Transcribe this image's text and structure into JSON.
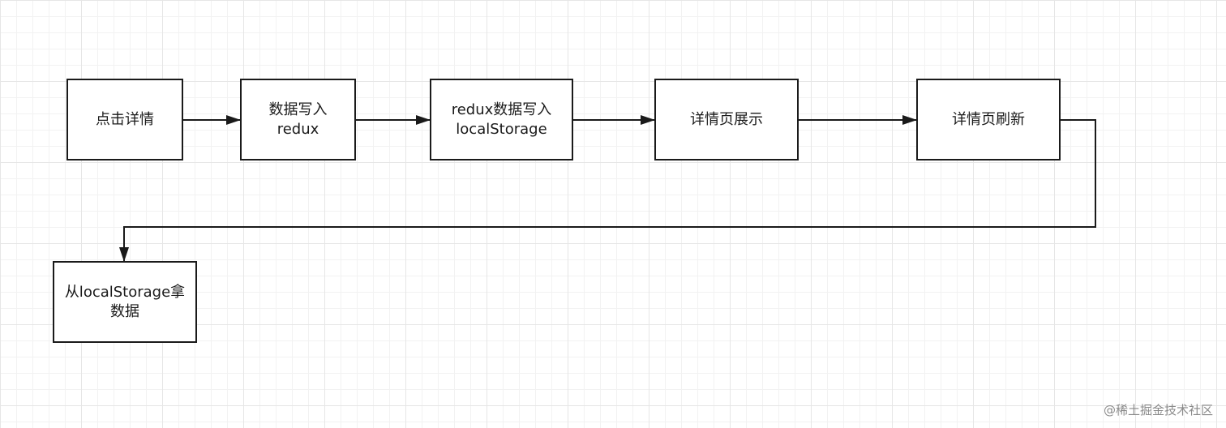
{
  "diagram": {
    "nodes": [
      {
        "id": "click",
        "label": "点击详情"
      },
      {
        "id": "write-redux",
        "label": "数据写入\nredux"
      },
      {
        "id": "redux-to-storage",
        "label": "redux数据写入\nlocalStorage"
      },
      {
        "id": "detail-show",
        "label": "详情页展示"
      },
      {
        "id": "detail-refresh",
        "label": "详情页刷新"
      },
      {
        "id": "read-storage",
        "label": "从localStorage拿\n数据"
      }
    ],
    "edges": [
      {
        "from": "click",
        "to": "write-redux"
      },
      {
        "from": "write-redux",
        "to": "redux-to-storage"
      },
      {
        "from": "redux-to-storage",
        "to": "detail-show"
      },
      {
        "from": "detail-show",
        "to": "detail-refresh"
      },
      {
        "from": "detail-refresh",
        "to": "read-storage"
      }
    ]
  },
  "watermark": "@稀土掘金技术社区",
  "colors": {
    "stroke": "#1a1a1a",
    "grid_major": "#e6e6e6",
    "grid_minor": "#f2f2f2",
    "watermark": "#8a8a8a"
  }
}
